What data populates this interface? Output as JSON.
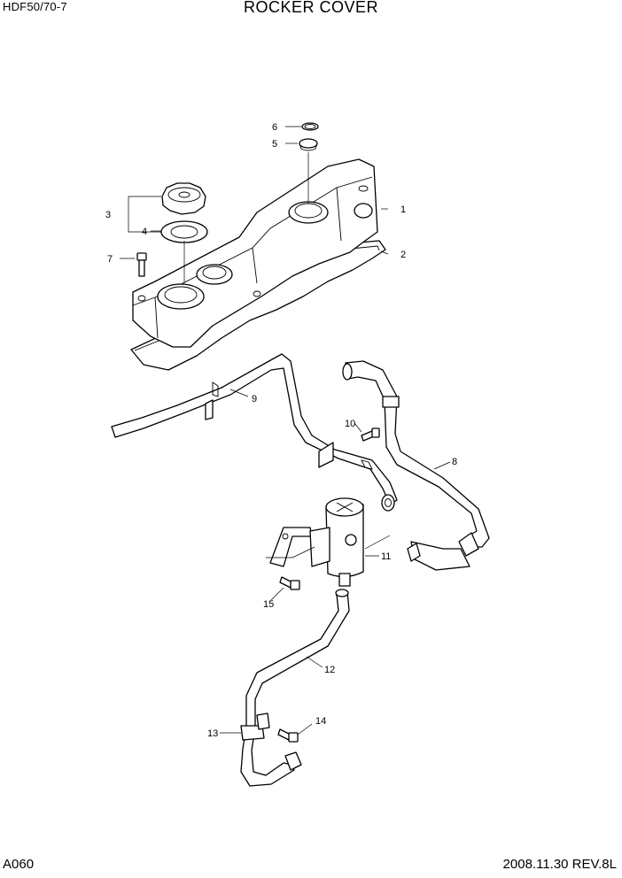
{
  "header": {
    "model": "HDF50/70-7",
    "title": "ROCKER COVER"
  },
  "footer": {
    "page_code": "A060",
    "revision": "2008.11.30 REV.8L"
  },
  "callouts": [
    {
      "id": "c1",
      "label": "1"
    },
    {
      "id": "c2",
      "label": "2"
    },
    {
      "id": "c3",
      "label": "3"
    },
    {
      "id": "c4",
      "label": "4"
    },
    {
      "id": "c5",
      "label": "5"
    },
    {
      "id": "c6",
      "label": "6"
    },
    {
      "id": "c7",
      "label": "7"
    },
    {
      "id": "c8",
      "label": "8"
    },
    {
      "id": "c9",
      "label": "9"
    },
    {
      "id": "c10",
      "label": "10"
    },
    {
      "id": "c11",
      "label": "11"
    },
    {
      "id": "c12",
      "label": "12"
    },
    {
      "id": "c13",
      "label": "13"
    },
    {
      "id": "c14",
      "label": "14"
    },
    {
      "id": "c15",
      "label": "15"
    }
  ]
}
